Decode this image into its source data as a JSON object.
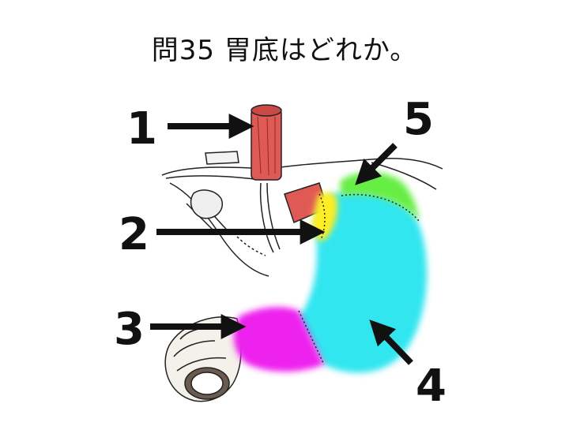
{
  "title": "問35 胃底はどれか。",
  "labels": [
    "1",
    "2",
    "3",
    "4",
    "5"
  ],
  "colors": {
    "esophagus": "#e05a55",
    "cardia": "#ffee22",
    "pylorus": "#ee22ee",
    "body": "#33e6f0",
    "fundus": "#66ee44",
    "outline": "#222222"
  },
  "icons": [
    "arrow-right-icon",
    "arrow-diagonal-icon"
  ]
}
